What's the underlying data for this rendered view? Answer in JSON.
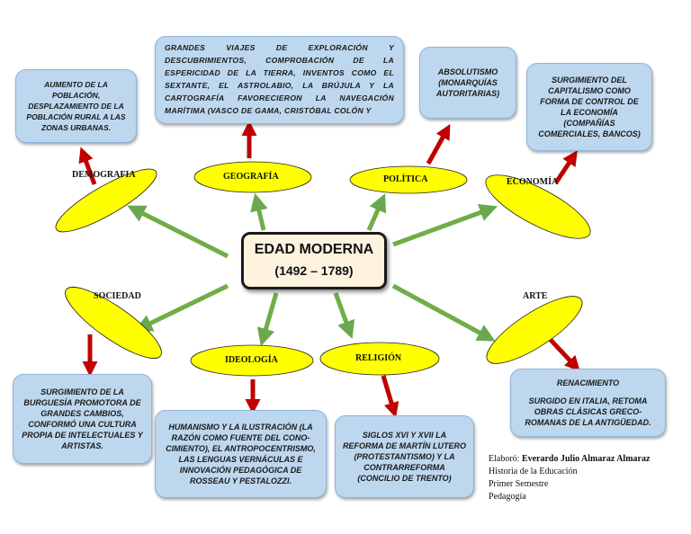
{
  "center": {
    "title": "EDAD MODERNA",
    "dates": "(1492 – 1789)"
  },
  "branches": {
    "demografia": "DEMOGRAFIA",
    "geografia": "GEOGRAFÍA",
    "politica": "POLÍTICA",
    "economia": "ECONOMÍA",
    "sociedad": "SOCIEDAD",
    "ideologia": "IDEOLOGÍA",
    "religion": "RELIGIÓN",
    "arte": "ARTE"
  },
  "boxes": {
    "demografia": "AUMENTO DE LA POBLACIÓN, DESPLAZAMIENTO DE LA POBLACIÓN RURAL A LAS ZONAS URBANAS.",
    "geografia": "GRANDES VIAJES DE EXPLORACIÓN Y DESCUBRIMIENTOS, COMPROBACIÓN DE LA ESPERICIDAD DE LA TIERRA, INVENTOS COMO EL SEXTANTE, EL ASTROLABIO, LA BRÚJULA Y LA CARTOGRAFÍA FAVORECIERON LA NAVEGACIÓN MARÍTIMA (VASCO DE GAMA, CRISTÓBAL COLÓN Y",
    "politica": "ABSOLUTISMO (MONARQUÍAS AUTORITARIAS)",
    "economia": "SURGIMIENTO DEL CAPITALISMO COMO FORMA DE CONTROL DE LA ECONOMÍA (COMPAÑÍAS COMERCIALES, BANCOS)",
    "sociedad": "SURGIMIENTO DE LA BURGUESÍA PROMOTORA DE GRANDES CAMBIOS, CONFORMÓ UNA CULTURA PROPIA DE INTELECTUALES Y ARTISTAS.",
    "ideologia": "HUMANISMO Y LA ILUSTRACIÓN (LA RAZÓN COMO FUENTE DEL CONO-CIMIENTO), EL ANTROPOCENTRISMO, LAS LENGUAS VERNÁCULAS E INNOVACIÓN PEDAGÓGICA DE ROSSEAU Y PESTALOZZI.",
    "religion": "SIGLOS XVI Y XVII LA REFORMA DE MARTÍN LUTERO (PROTESTANTISMO) Y LA CONTRARREFORMA (CONCILIO DE TRENTO)",
    "arte_title": "RENACIMIENTO",
    "arte": "SURGIDO EN ITALIA, RETOMA OBRAS CLÁSICAS GRECO-ROMANAS DE LA ANTIGÜEDAD."
  },
  "credits": {
    "prefix": "Elaboró:",
    "author": "Everardo Julio Almaraz Almaraz",
    "line2": "Historia de la Educación",
    "line3": "Primer Semestre",
    "line4": "Pedagogía"
  },
  "colors": {
    "box": "#bdd7ee",
    "ellipse": "#ffff00",
    "green_arrow": "#70ad47",
    "red_arrow": "#c00000",
    "center": "#fdf3df"
  }
}
